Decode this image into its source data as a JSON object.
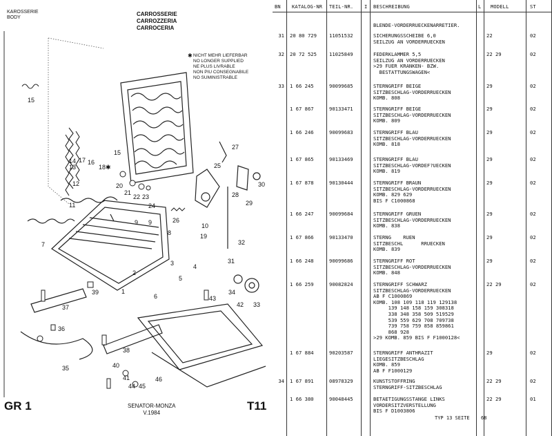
{
  "left": {
    "header_de": [
      "KAROSSERIE",
      "BODY"
    ],
    "header_fr": [
      "CARROSSERIE",
      "CARROZZERIA",
      "CARROCERIA"
    ],
    "note_star": "✱",
    "note": [
      "NICHT MEHR LIEFERBAR",
      "NO LONGER SUPPLIED",
      "NE PLUS LIVRABLE",
      "NON PIU CONSEGNABILE",
      "NO SUMINISTRABLE"
    ],
    "group": "GR 1",
    "model": [
      "SENATOR-MONZA",
      "V.1984"
    ],
    "table_id": "T11",
    "part_numbers": [
      "15",
      "14",
      "13",
      "12",
      "11",
      "15",
      "17",
      "16",
      "18✱",
      "20",
      "21",
      "22",
      "23",
      "24",
      "25",
      "26",
      "27",
      "28",
      "29",
      "30",
      "9",
      "9",
      "8",
      "10",
      "19",
      "7",
      "39",
      "37",
      "36",
      "35",
      "38",
      "40",
      "41",
      "45",
      "44",
      "46",
      "43",
      "42",
      "34",
      "33",
      "32",
      "31",
      "6",
      "5",
      "4",
      "1",
      "2",
      "3"
    ]
  },
  "columns": {
    "bn": "BN",
    "katalog": "KATALOG-NR",
    "teil": "TEIL-NR.",
    "l1": "I",
    "beschreibung": "BESCHREIBUNG",
    "l2": "L",
    "modell": "MODELL",
    "st": "ST"
  },
  "rows": [
    {
      "bn": "",
      "kat": "",
      "teil": "",
      "desc": [
        "BLENDE-VORDERRUECKENARRETIER."
      ],
      "mod": "",
      "st": ""
    },
    {
      "bn": "31",
      "kat": "20 80 729",
      "teil": "11051532",
      "desc": [
        "SICHERUNGSSCHEIBE 6,0",
        "SEILZUG AN VORDERRUECKEN"
      ],
      "mod": "22",
      "st": "02"
    },
    {
      "bn": "32",
      "kat": "20 72 525",
      "teil": "11025849",
      "desc": [
        "FEDERKLAMMER 5,5",
        "SEILZUG AN VORDERRUECKEN",
        ">29 FUER KRANKEN- BZW.",
        "  BESTATTUNGSWAGEN<"
      ],
      "mod": "22 29",
      "st": "02"
    },
    {
      "bn": "33",
      "kat": "1 66 245",
      "teil": "90099685",
      "desc": [
        "STERNGRIFF BEIGE",
        "SITZBESCHLAG-VORDERRUECKEN",
        "KOMB. 808"
      ],
      "mod": "29",
      "st": "02"
    },
    {
      "bn": "",
      "kat": "1 67 867",
      "teil": "90133471",
      "desc": [
        "STERNGRIFF BEIGE",
        "SITZBESCHLAG-VORDERRUECKEN",
        "KOMB. 809"
      ],
      "mod": "29",
      "st": "02"
    },
    {
      "bn": "",
      "kat": "1 66 246",
      "teil": "90099683",
      "desc": [
        "STERNGRIFF BLAU",
        "SITZBESCHLAG-VORDERRUECKEN",
        "KOMB. 818"
      ],
      "mod": "29",
      "st": "02"
    },
    {
      "bn": "",
      "kat": "1 67 865",
      "teil": "90133469",
      "desc": [
        "STERNGRIFF BLAU",
        "SITZBESCHLAG-VORDEF?UECKEN",
        "KOMB. 819"
      ],
      "mod": "29",
      "st": "02"
    },
    {
      "bn": "",
      "kat": "1 67 878",
      "teil": "90130444",
      "desc": [
        "STERNGRIFF BRAUN",
        "SITZBESCHLAG-VORDERRUECKEN",
        "KOMB. 829 629",
        "BIS F C1000868"
      ],
      "mod": "29",
      "st": "02"
    },
    {
      "bn": "",
      "kat": "1 66 247",
      "teil": "90099684",
      "desc": [
        "STERNGRIFF GRUEN",
        "SITZBESCHLAG-VORDERRUECKEN",
        "KOMB. 838"
      ],
      "mod": "29",
      "st": "02"
    },
    {
      "bn": "",
      "kat": "1 67 866",
      "teil": "90133470",
      "desc": [
        "STERNG    RUEN",
        "SITZBESCHL      RRUECKEN",
        "KOMB. 839"
      ],
      "mod": "29",
      "st": "02"
    },
    {
      "bn": "",
      "kat": "1 66 248",
      "teil": "90099686",
      "desc": [
        "STERNGRIFF ROT",
        "SITZBESCHLAG-VORDERRUECKEN",
        "KOMB. 848"
      ],
      "mod": "29",
      "st": "02"
    },
    {
      "bn": "",
      "kat": "1 66 259",
      "teil": "90082824",
      "desc": [
        "STERNGRIFF SCHWARZ",
        "SITZBESCHLAG-VORDERRUECKEN",
        "AB F C1000869",
        "KOMB. 108 109 118 119 129138",
        "     139 148 158 159 308318",
        "     338 348 358 509 519529",
        "     539 559 629 708 709738",
        "     739 758 759 858 859861",
        "     868 928",
        ">29 KOMB. 859 BIS F F1000128<"
      ],
      "mod": "22 29",
      "st": "02"
    },
    {
      "bn": "",
      "kat": "1 67 884",
      "teil": "90203587",
      "desc": [
        "STERNGRIFF ANTHRAZIT",
        "LIEGESITZBESCHLAG",
        "KOMB. 859",
        "AB F F1000129"
      ],
      "mod": "29",
      "st": "02"
    },
    {
      "bn": "34",
      "kat": "1 67 891",
      "teil": "08978329",
      "desc": [
        "KUNSTSTOFFRING",
        "STERNGRIFF-SITZBESCHLAG"
      ],
      "mod": "22 29",
      "st": "02"
    },
    {
      "bn": "",
      "kat": "1 66 380",
      "teil": "90048445",
      "desc": [
        "BETAETIGUNGSSTANGE LINKS",
        "VORDERSITZVERSTELLUNG",
        "BIS F D1003806"
      ],
      "mod": "22 29",
      "st": "01"
    }
  ],
  "footer": {
    "typ": "TYP 13 SEITE",
    "page": "68"
  }
}
